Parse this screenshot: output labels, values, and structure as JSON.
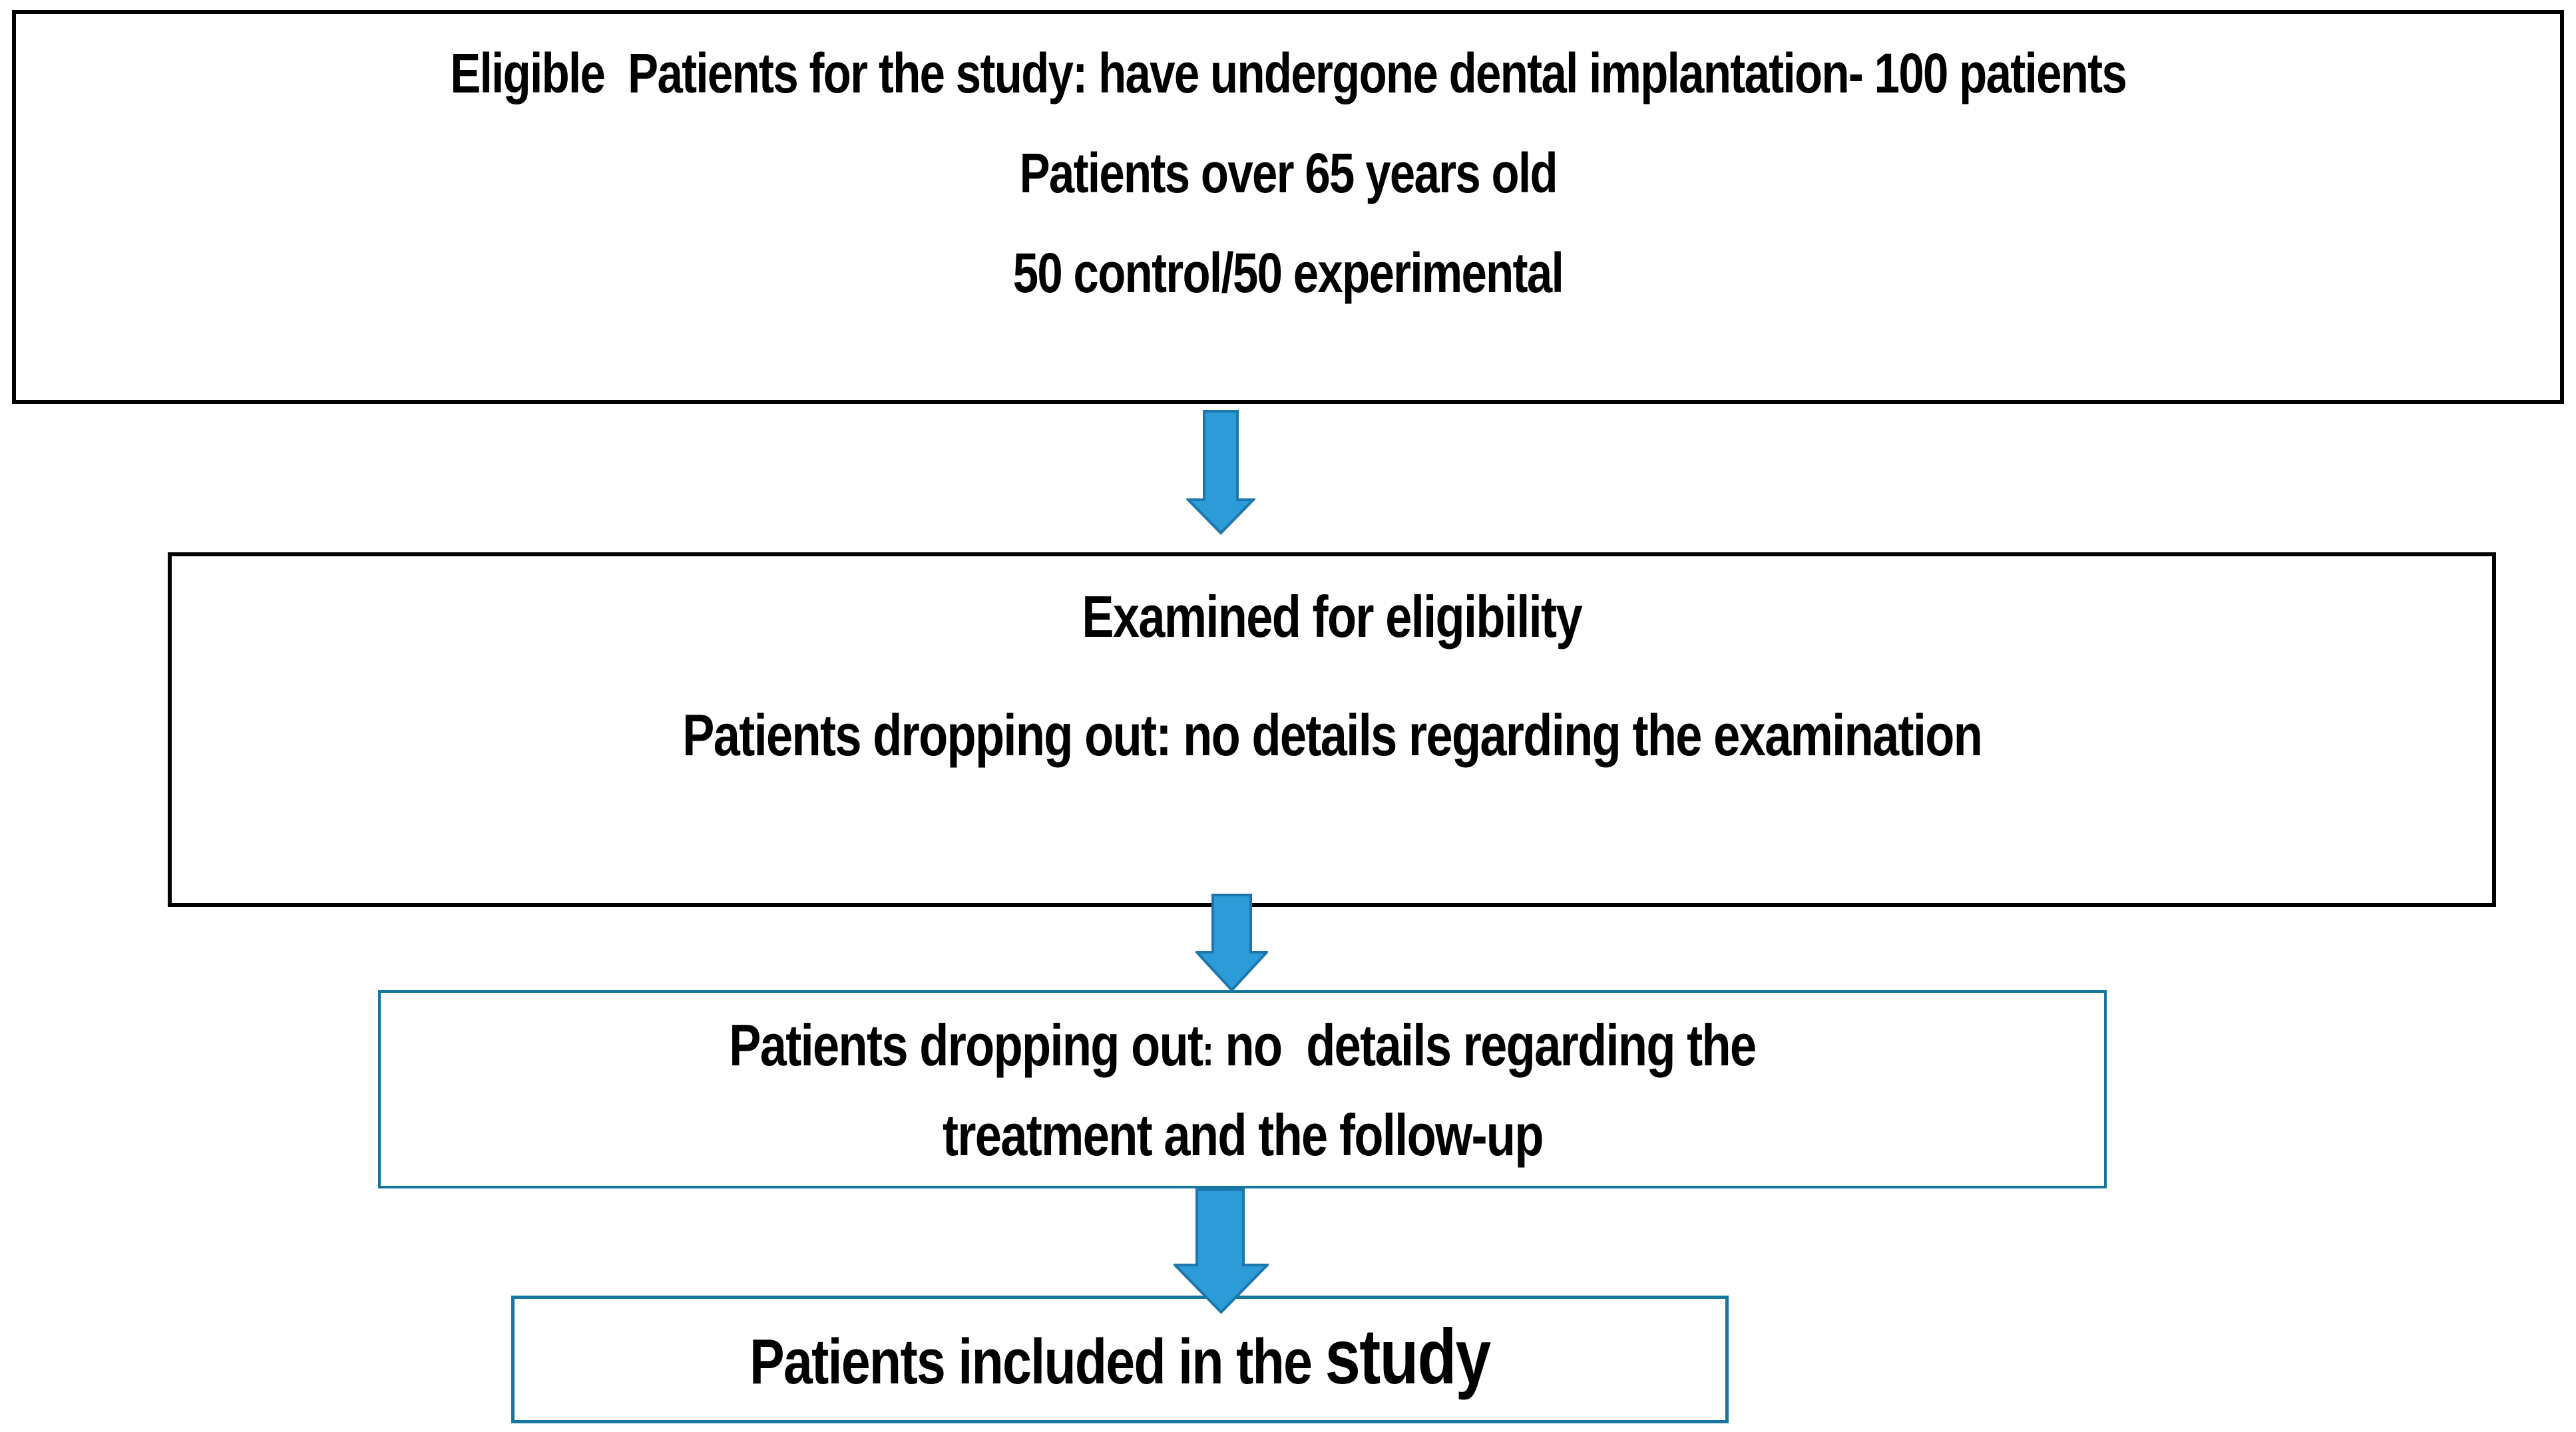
{
  "flowchart": {
    "colors": {
      "arrow_fill": "#2C9BD7",
      "arrow_stroke": "#1C77AE",
      "box_border_dark": "#000000",
      "box_border_accent": "#17779F",
      "text": "#000000",
      "background": "#FFFFFF"
    },
    "box1": {
      "lines": [
        "Eligible  Patients for the study: have undergone dental implantation- 100 patients",
        "Patients over 65 years old",
        "50 control/50 experimental"
      ]
    },
    "box2": {
      "lines": [
        "Examined for eligibility",
        "Patients dropping out: no details regarding the examination"
      ]
    },
    "box3": {
      "line1_part1": "Patients dropping out",
      "line1_colon": ":",
      "line1_part2": " no  details regarding the",
      "line2": "treatment and the follow-up"
    },
    "box4": {
      "prefix": "Patients included in the ",
      "emphasis": "study"
    }
  }
}
